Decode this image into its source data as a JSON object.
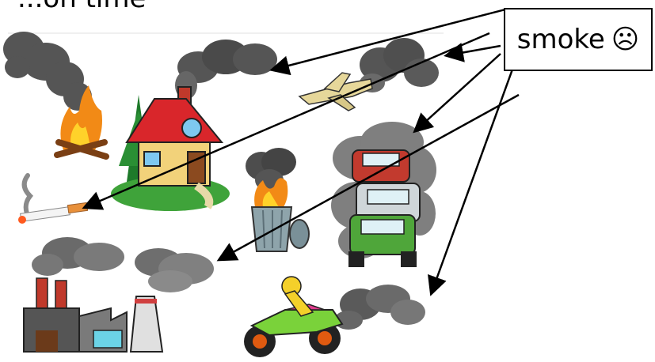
{
  "label": {
    "text": "smoke",
    "emoji": "☹"
  },
  "top_text_fragment": "...on time",
  "scene": {
    "items": [
      "campfire",
      "house",
      "airplane",
      "cigarette",
      "trash-fire",
      "cars",
      "factory",
      "motorcycle"
    ]
  },
  "colors": {
    "smoke_dark": "#4a4a4a",
    "smoke_mid": "#7a7a7a",
    "smoke_light": "#a8a8a8",
    "fire_orange": "#f28a16",
    "fire_yellow": "#ffd22a",
    "roof_red": "#d9262b",
    "wall_yellow": "#f2d27a",
    "grass_green": "#3fa33a",
    "arrow": "#000000"
  }
}
